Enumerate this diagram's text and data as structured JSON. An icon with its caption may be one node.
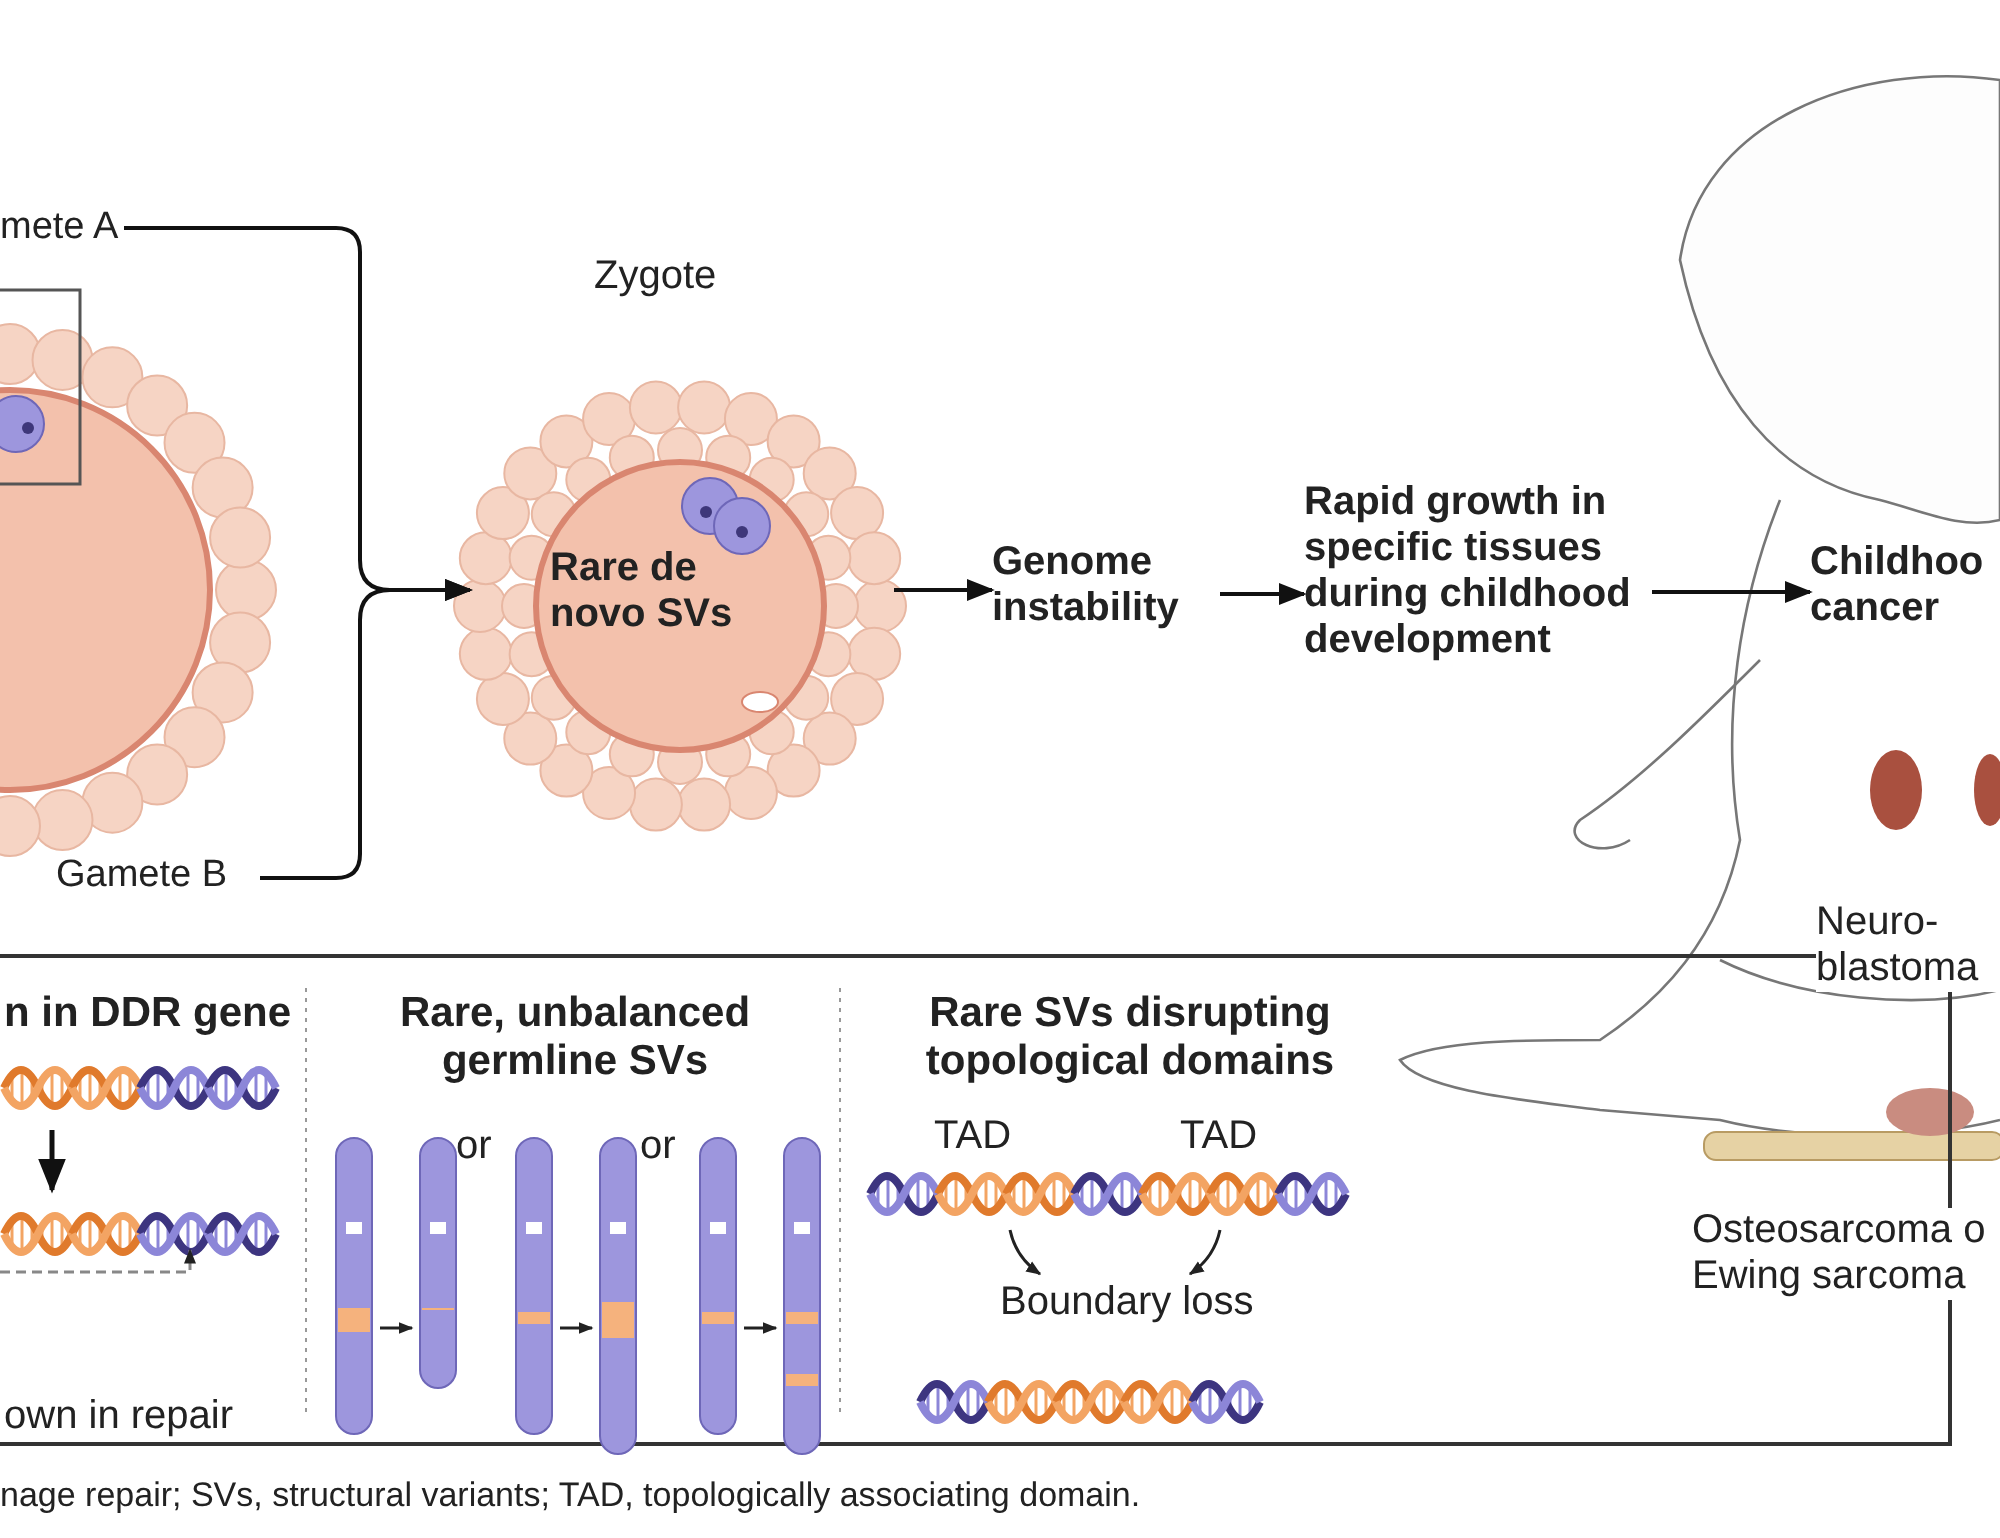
{
  "diagram": {
    "caption": "nage repair; SVs, structural variants; TAD, topologically associating domain.",
    "nodes": [
      {
        "text": [
          "mete A"
        ]
      },
      {
        "text": [
          "Gamete B"
        ]
      },
      {
        "text": [
          "Zygote",
          "Rare de novo SVs"
        ]
      },
      {
        "text": [
          "Genome instability"
        ]
      },
      {
        "text": [
          "Rapid growth in specific tissues during childhood development"
        ]
      },
      {
        "text": [
          "Childhoo cancer"
        ]
      },
      {
        "text": [],
        "shape": "box"
      },
      {
        "text": [
          "n in DDR gene",
          "own in repair"
        ],
        "in": 6
      },
      {
        "text": [
          "Rare, unbalanced germline SVs"
        ],
        "in": 6
      },
      {
        "text": [
          "Rare SVs disrupting topological domains",
          "TAD",
          "TAD",
          "Boundary loss"
        ],
        "in": 6
      }
    ],
    "edges": [
      {
        "from": 0,
        "to": 2,
        "arrow": "to"
      },
      {
        "from": 1,
        "to": 2,
        "arrow": "to"
      },
      {
        "from": 2,
        "to": 3,
        "arrow": "to"
      },
      {
        "from": 3,
        "to": 4,
        "arrow": "to"
      },
      {
        "from": 4,
        "to": 5,
        "arrow": "to"
      }
    ],
    "labels": [
      "or",
      "or",
      "Neuro- blastoma",
      "Osteosarcoma o Ewing sarcoma"
    ]
  }
}
